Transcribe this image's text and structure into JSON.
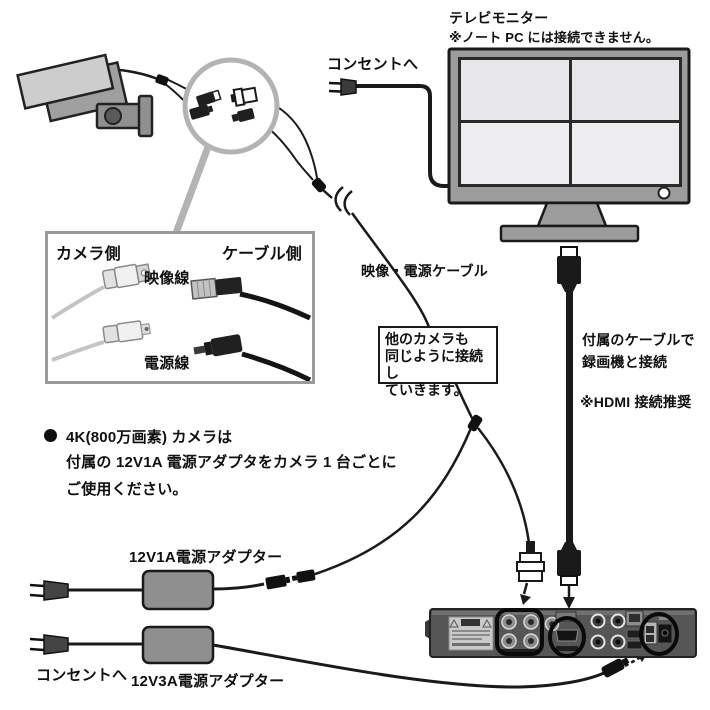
{
  "monitor": {
    "title": "テレビモニター",
    "note": "※ノート PC には接続できません。"
  },
  "outlet_top": {
    "label": "コンセントへ"
  },
  "connector_detail": {
    "camera_side": "カメラ側",
    "cable_side": "ケーブル側",
    "video_line": "映像線",
    "power_line": "電源線"
  },
  "cable": {
    "label": "映像・電源ケーブル"
  },
  "callout": {
    "line1": "他のカメラも",
    "line2": "同じように接続し",
    "line3": "ていきます。"
  },
  "recorder": {
    "connect_line1": "付属のケーブルで",
    "connect_line2": "録画機と接続",
    "hdmi_note": "※HDMI 接続推奨"
  },
  "note_4k": {
    "line1": "4K(800万画素) カメラは",
    "line2": "付属の 12V1A 電源アダプタをカメラ 1 台ごとに",
    "line3": "ご使用ください。"
  },
  "adapters": {
    "label_12v1a": "12V1A電源アダプター",
    "label_12v3a": "12V3A電源アダプター",
    "outlet_label": "コンセントへ"
  },
  "colors": {
    "line": "#1a1a1a",
    "device_gray": "#9c9c9c",
    "screen_gray": "#e7e7e9",
    "magnifier_ring": "#b3b3b3",
    "recorder_body": "#565656"
  }
}
